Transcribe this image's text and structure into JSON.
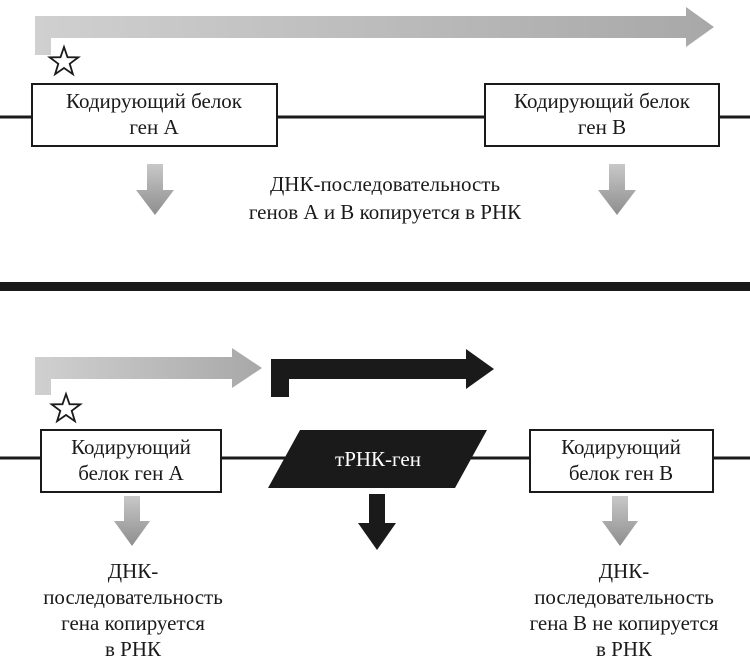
{
  "top": {
    "gene_a": {
      "line1": "Кодирующий белок",
      "line2": "ген А"
    },
    "gene_b": {
      "line1": "Кодирующий белок",
      "line2": "ген В"
    },
    "caption": {
      "line1": "ДНК-последовательность",
      "line2": "генов А и В копируется в РНК"
    }
  },
  "bottom": {
    "gene_a": {
      "line1": "Кодирующий",
      "line2": "белок ген А"
    },
    "trna_gene": "тРНК-ген",
    "gene_b": {
      "line1": "Кодирующий",
      "line2": "белок ген В"
    },
    "caption_a": {
      "line1": "ДНК-",
      "line2": "последовательность",
      "line3": "гена копируется",
      "line4": "в РНК"
    },
    "caption_b": {
      "line1": "ДНК-",
      "line2": "последовательность",
      "line3": "гена В не копируется",
      "line4": "в РНК"
    }
  },
  "colors": {
    "dna_line": "#1a1a1a",
    "transcript_arrow": "#c4c4c4",
    "down_arrow": "#9a9a9a",
    "trna_fill": "#1a1a1a"
  }
}
